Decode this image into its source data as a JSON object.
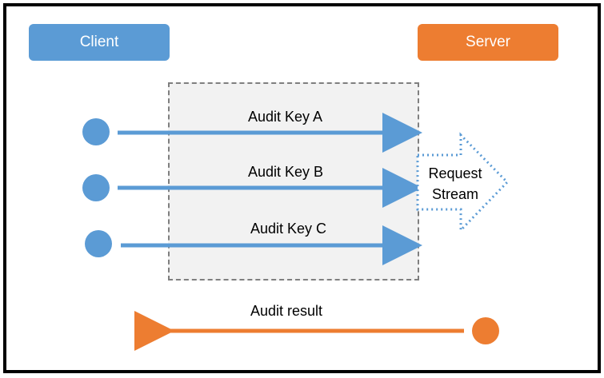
{
  "diagram": {
    "client_label": "Client",
    "server_label": "Server",
    "audit_keys": [
      "Audit Key A",
      "Audit Key B",
      "Audit Key C"
    ],
    "stream_line1": "Request",
    "stream_line2": "Stream",
    "result_label": "Audit result"
  },
  "colors": {
    "client": "#5b9bd5",
    "server": "#ed7d31",
    "dashed_border": "#7f7f7f",
    "dashed_fill": "#f2f2f2",
    "stream_border": "#5b9bd5"
  }
}
